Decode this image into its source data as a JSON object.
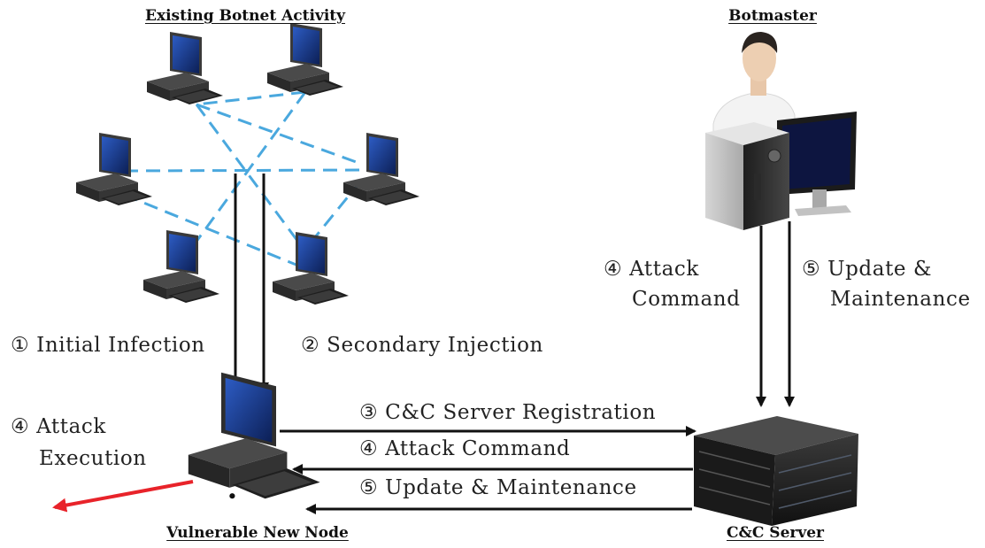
{
  "headings": {
    "existing_botnet": "Existing Botnet Activity",
    "botmaster": "Botmaster",
    "vulnerable_node": "Vulnerable New Node",
    "cc_server": "C&C Server"
  },
  "labels": {
    "initial_infection": "① Initial Infection",
    "secondary_injection": "② Secondary Injection",
    "cc_registration": "③ C&C Server Registration",
    "attack_command_h": "④ Attack Command",
    "update_maintenance_h": "⑤ Update & Maintenance",
    "attack_command_v1": "④ Attack",
    "attack_command_v2": "Command",
    "update_v1": "⑤ Update &",
    "update_v2": "Maintenance",
    "attack_exec_1": "④ Attack",
    "attack_exec_2": "Execution"
  },
  "colors": {
    "mesh": "#4aa8de",
    "arrow": "#111111",
    "attack": "#e8232a",
    "screen": "#173a8a",
    "device": "#2b2b2b"
  },
  "icons": {
    "computer": "desktop-computer-icon",
    "user": "user-icon",
    "workstation": "workstation-icon",
    "server": "server-rack-icon"
  }
}
